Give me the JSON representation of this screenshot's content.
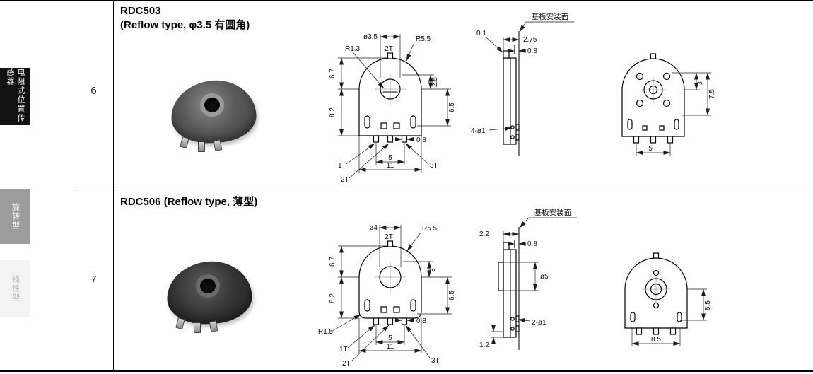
{
  "sidebar": {
    "tabs": [
      {
        "id": "resistive",
        "line1": "电阻式",
        "line2": "位置传感器"
      },
      {
        "id": "rotary",
        "line1": "旋转型",
        "line2": ""
      },
      {
        "id": "linear",
        "line1": "线性型",
        "line2": ""
      }
    ]
  },
  "rows": [
    {
      "number": "6",
      "title": "RDC503",
      "subtitle": "(Reflow type, φ3.5 有圆角)",
      "front": {
        "dia_label": "ø3.5",
        "radius_inner": "R1.3",
        "top_mark": "2T",
        "radius_outer": "R5.5",
        "h_upper": "6.7",
        "h_lower": "8.2",
        "r_upper": "2.5",
        "r_lower": "6.5",
        "term_width": "0.8",
        "term_pitch": "5",
        "body_width": "11",
        "t1": "1T",
        "t2": "2T",
        "t3": "3T"
      },
      "side": {
        "offset": "0.1",
        "height1": "2.75",
        "height2": "0.8",
        "holes": "4-ø1",
        "mount_label": "基板安装面"
      },
      "back": {
        "d1": "3",
        "d2": "7.5",
        "d3": "5"
      }
    },
    {
      "number": "7",
      "title": "RDC506 (Reflow type, 薄型)",
      "subtitle": "",
      "front": {
        "dia_label": "ø4",
        "top_mark": "2T",
        "radius_outer": "R5.5",
        "h_upper": "6.7",
        "h_lower": "8.2",
        "r_upper": "3",
        "r_lower": "6.5",
        "radius_corner": "R1.5",
        "term_width": "0.8",
        "term_pitch": "5",
        "body_width": "11",
        "t1": "1T",
        "t2": "2T",
        "t3": "3T"
      },
      "side": {
        "height1": "2.2",
        "height2": "0.8",
        "rotor_dia": "ø5",
        "holes": "2-ø1",
        "standoff": "1.2",
        "mount_label": "基板安装面"
      },
      "back": {
        "d1": "5.5",
        "d2": "8.5"
      }
    }
  ]
}
